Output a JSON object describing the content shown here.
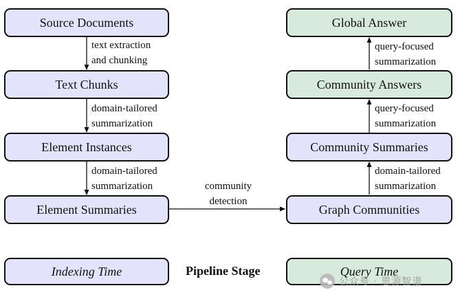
{
  "nodes": {
    "source_documents": "Source Documents",
    "text_chunks": "Text Chunks",
    "element_instances": "Element Instances",
    "element_summaries": "Element Summaries",
    "graph_communities": "Graph Communities",
    "community_summaries": "Community Summaries",
    "community_answers": "Community Answers",
    "global_answer": "Global Answer"
  },
  "edges": {
    "extraction": [
      "text extraction",
      "and chunking"
    ],
    "tailored_left_1": [
      "domain-tailored",
      "summarization"
    ],
    "tailored_left_2": [
      "domain-tailored",
      "summarization"
    ],
    "community_detection": [
      "community",
      "detection"
    ],
    "tailored_right": [
      "domain-tailored",
      "summarization"
    ],
    "query_focused_1": [
      "query-focused",
      "summarization"
    ],
    "query_focused_2": [
      "query-focused",
      "summarization"
    ]
  },
  "legend": {
    "indexing_time": "Indexing Time",
    "pipeline_stage": "Pipeline Stage",
    "query_time": "Query Time"
  },
  "colors": {
    "indexing_fill": "#e3e3fb",
    "query_fill": "#d8eadc",
    "stroke": "#111111"
  },
  "watermark": "公众号 · 思源智谱"
}
